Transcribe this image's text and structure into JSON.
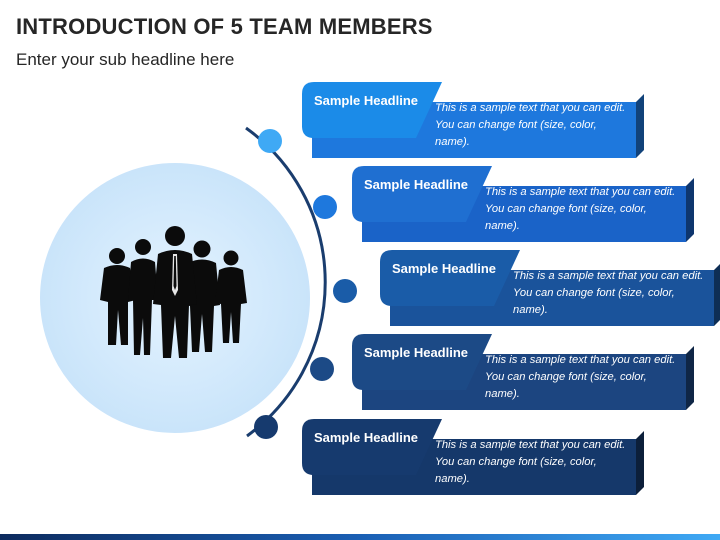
{
  "header": {
    "title": "INTRODUCTION OF 5 TEAM MEMBERS",
    "subtitle": "Enter your sub headline here"
  },
  "items": [
    {
      "headline": "Sample Headline",
      "text": "This is a sample text that you can edit. You can change font (size, color, name).",
      "color": "#1b8be8",
      "back_color": "#1e78dd"
    },
    {
      "headline": "Sample Headline",
      "text": "This is a sample text that you can edit. You can change font (size, color, name).",
      "color": "#1f6fd1",
      "back_color": "#1a63c8"
    },
    {
      "headline": "Sample Headline",
      "text": "This is a sample text that you can edit. You can change font (size, color, name).",
      "color": "#1a5ca8",
      "back_color": "#1a539b"
    },
    {
      "headline": "Sample Headline",
      "text": "This is a sample text that you can edit. You can change font (size, color, name).",
      "color": "#1c4a86",
      "back_color": "#1c4580"
    },
    {
      "headline": "Sample Headline",
      "text": "This is a sample text that you can edit. You can change font (size, color, name).",
      "color": "#163a6e",
      "back_color": "#15386a"
    }
  ],
  "dot_colors": [
    "#3fa9f5",
    "#1e78dd",
    "#1a5ca8",
    "#1c4a86",
    "#163a6e"
  ],
  "circle_color": "#dcefff",
  "arc_color": "#1a3d6e",
  "icon": "team-silhouette-icon"
}
